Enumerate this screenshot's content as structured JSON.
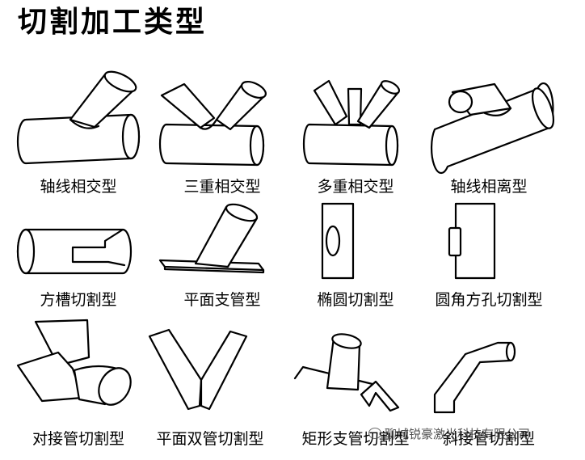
{
  "title": "切割加工类型",
  "items": [
    {
      "label": "轴线相交型"
    },
    {
      "label": "三重相交型"
    },
    {
      "label": "多重相交型"
    },
    {
      "label": "轴线相离型"
    },
    {
      "label": "方槽切割型"
    },
    {
      "label": "平面支管型"
    },
    {
      "label": "椭圆切割型"
    },
    {
      "label": "圆角方孔切割型"
    },
    {
      "label": "对接管切割型"
    },
    {
      "label": "平面双管切割型"
    },
    {
      "label": "矩形支管切割型"
    },
    {
      "label": "斜接管切割型"
    }
  ],
  "watermark": "聊城锐豪激光科技有限公司"
}
